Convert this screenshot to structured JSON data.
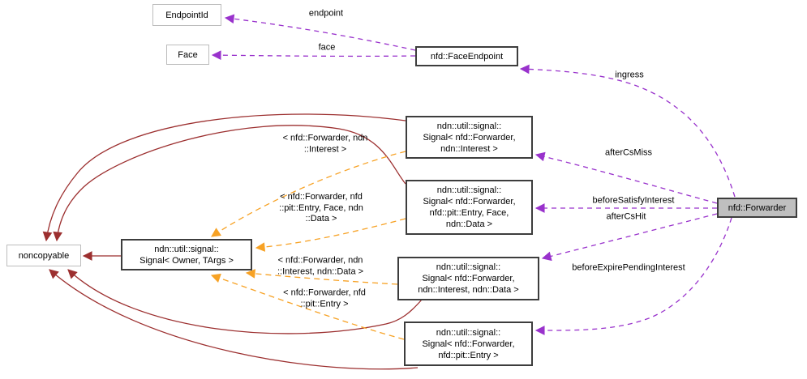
{
  "diagram": {
    "nodes": {
      "endpointid": {
        "label": "EndpointId"
      },
      "face": {
        "label": "Face"
      },
      "face_endpoint": {
        "label": "nfd::FaceEndpoint"
      },
      "signal_interest": {
        "label": "ndn::util::signal::\nSignal< nfd::Forwarder,\nndn::Interest >"
      },
      "signal_pit_face_data": {
        "label": "ndn::util::signal::\nSignal< nfd::Forwarder,\nnfd::pit::Entry, Face,\nndn::Data >"
      },
      "signal_interest_data": {
        "label": "ndn::util::signal::\nSignal< nfd::Forwarder,\nndn::Interest, ndn::Data >"
      },
      "signal_pit_entry": {
        "label": "ndn::util::signal::\nSignal< nfd::Forwarder,\nnfd::pit::Entry >"
      },
      "noncopyable": {
        "label": "noncopyable"
      },
      "signal_template": {
        "label": "ndn::util::signal::\nSignal< Owner, TArgs >"
      },
      "forwarder": {
        "label": "nfd::Forwarder"
      }
    },
    "edge_labels": {
      "endpoint": "endpoint",
      "face": "face",
      "ingress": "ingress",
      "after_cs_miss": "afterCsMiss",
      "before_satisfy_interest": "beforeSatisfyInterest",
      "after_cs_hit": "afterCsHit",
      "before_expire_pending_interest": "beforeExpirePendingInterest",
      "tmpl_interest": "< nfd::Forwarder, ndn\n::Interest >",
      "tmpl_pit_face_data": "< nfd::Forwarder, nfd\n::pit::Entry, Face, ndn\n::Data >",
      "tmpl_interest_data": "< nfd::Forwarder, ndn\n::Interest, ndn::Data >",
      "tmpl_pit_entry": "< nfd::Forwarder, nfd\n::pit::Entry >"
    },
    "colors": {
      "usage_edge": "#9932cc",
      "template_edge": "#f7a225",
      "inheritance_edge": "#9c2f2f",
      "highlight_node_fill": "#bfbfbf"
    }
  }
}
